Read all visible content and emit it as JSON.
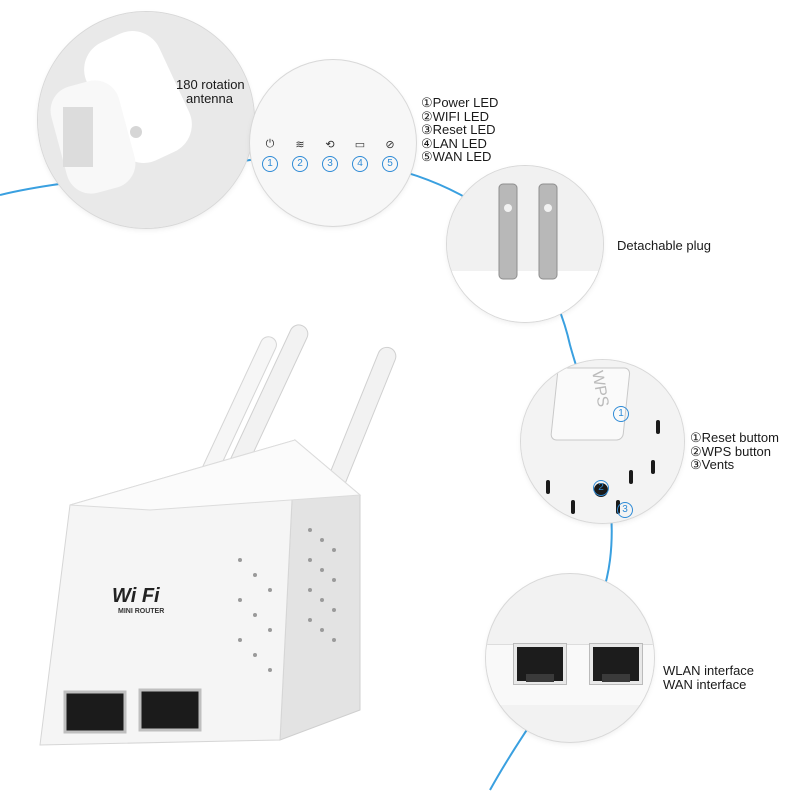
{
  "antenna_label": {
    "line1": "180 rotation",
    "line2": "antenna"
  },
  "led_legend": [
    "①Power LED",
    "②WIFI LED",
    "③Reset LED",
    "④LAN LED",
    "⑤WAN LED"
  ],
  "led_numbers": [
    "1",
    "2",
    "3",
    "4",
    "5"
  ],
  "plug_label": "Detachable plug",
  "button_legend": [
    "①Reset buttom",
    "②WPS button",
    "③Vents"
  ],
  "button_numbers": [
    "1",
    "2",
    "3"
  ],
  "wps_text": "WPS",
  "port_labels": {
    "line1": "WLAN interface",
    "line2": "WAN interface"
  },
  "device": {
    "logo": "Wi Fi",
    "sub": "MINI ROUTER"
  },
  "colors": {
    "accent": "#2f8bd6",
    "device": "#f2f2f2"
  }
}
